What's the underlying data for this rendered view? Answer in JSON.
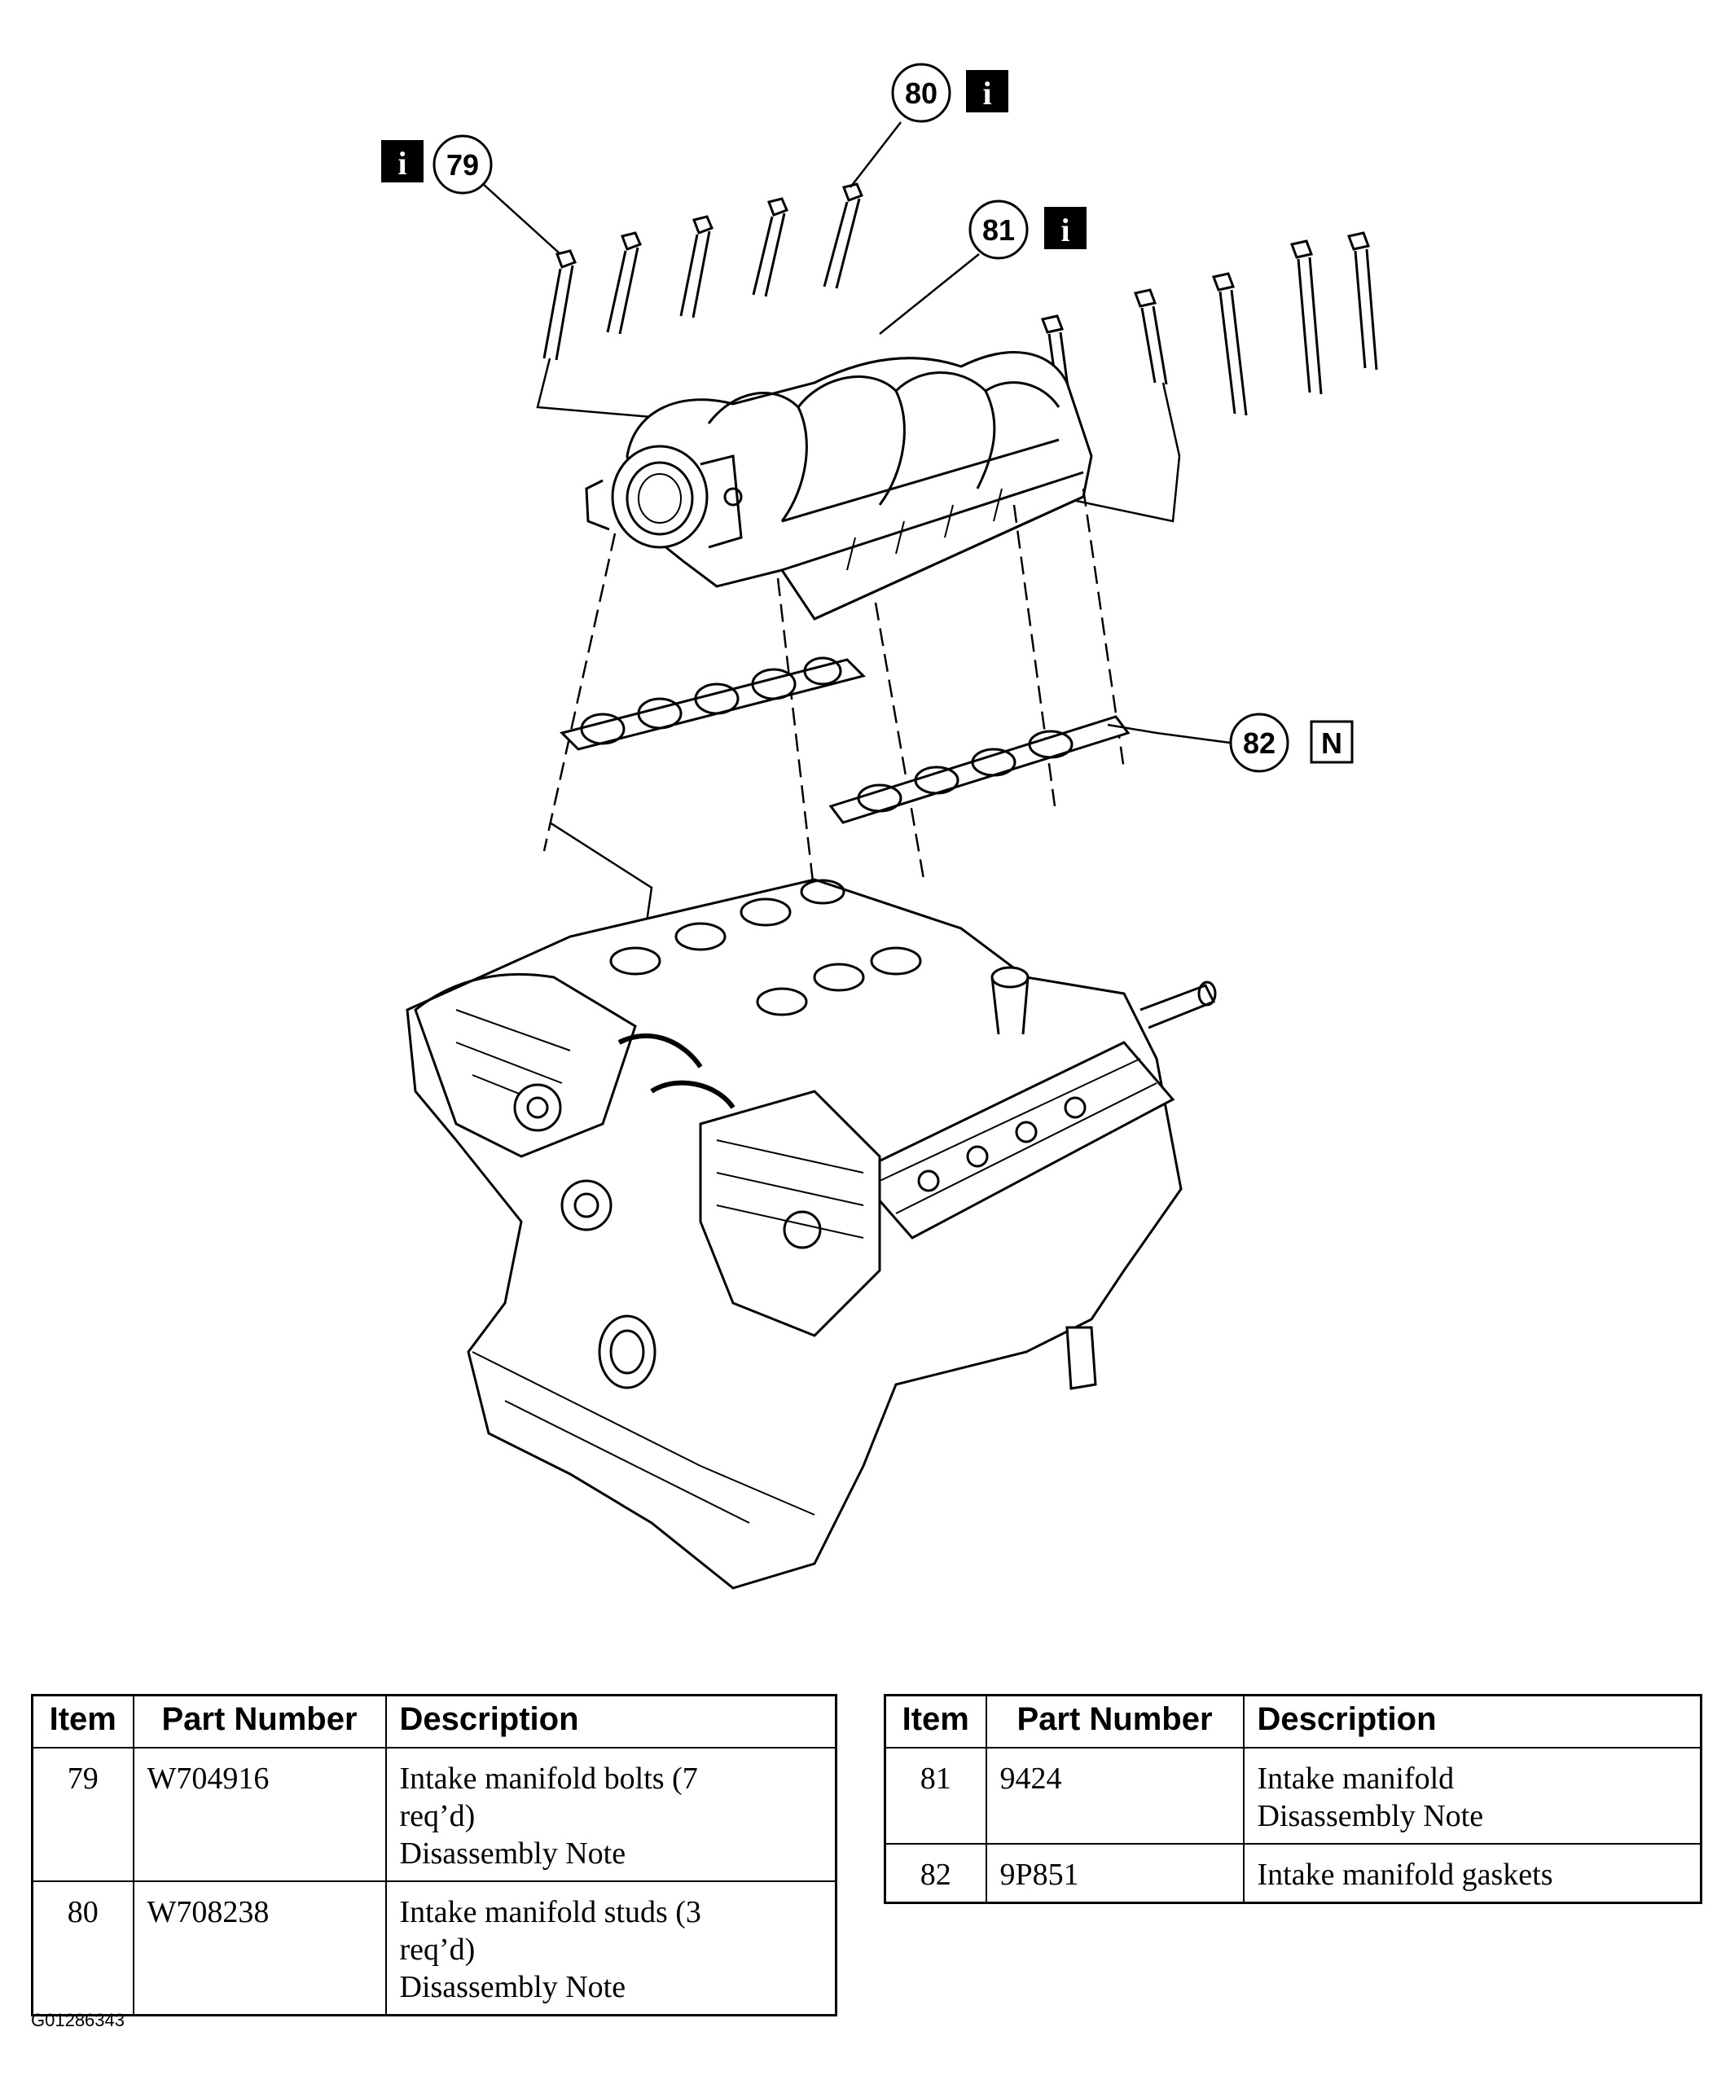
{
  "callouts": [
    {
      "number": "79",
      "badge": "i"
    },
    {
      "number": "80",
      "badge": "i"
    },
    {
      "number": "81",
      "badge": "i"
    },
    {
      "number": "82",
      "badge": "N"
    }
  ],
  "table_left": {
    "headers": [
      "Item",
      "Part Number",
      "Description"
    ],
    "rows": [
      {
        "item": "79",
        "part": "W704916",
        "desc": [
          "Intake manifold bolts (7",
          "req’d)",
          "Disassembly Note"
        ]
      },
      {
        "item": "80",
        "part": "W708238",
        "desc": [
          "Intake manifold studs (3",
          "req’d)",
          "Disassembly Note"
        ]
      }
    ]
  },
  "table_right": {
    "headers": [
      "Item",
      "Part Number",
      "Description"
    ],
    "rows": [
      {
        "item": "81",
        "part": "9424",
        "desc": [
          "Intake manifold",
          "Disassembly Note"
        ]
      },
      {
        "item": "82",
        "part": "9P851",
        "desc": [
          "Intake manifold gaskets"
        ]
      }
    ]
  },
  "figure_id": "G01286343"
}
